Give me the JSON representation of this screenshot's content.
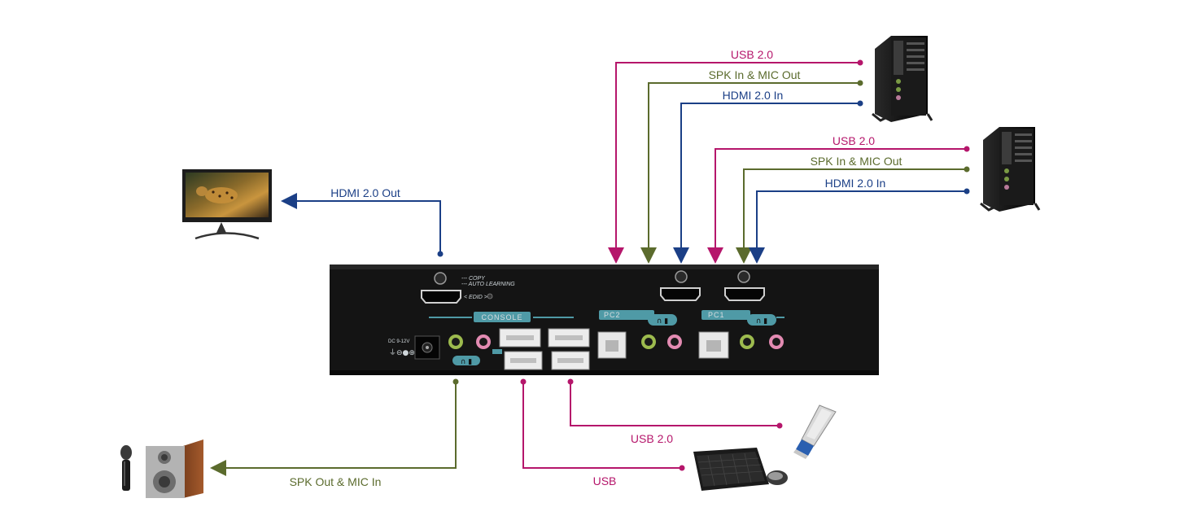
{
  "colors": {
    "usb": "#b5166b",
    "audio": "#5b6b2d",
    "hdmi": "#1b3f86",
    "device_body": "#141414",
    "panel_accent": "#4f9aa6"
  },
  "labels": {
    "pc_top_usb": "USB 2.0",
    "pc_top_audio": "SPK In & MIC Out",
    "pc_top_hdmi": "HDMI 2.0 In",
    "pc_bottom_usb": "USB 2.0",
    "pc_bottom_audio": "SPK In & MIC Out",
    "pc_bottom_hdmi": "HDMI 2.0 In",
    "monitor_hdmi": "HDMI 2.0 Out",
    "speaker_audio": "SPK Out & MIC In",
    "flash_usb": "USB 2.0",
    "keyboard_usb": "USB"
  },
  "panel": {
    "console": "CONSOLE",
    "pc2": "PC2",
    "pc1": "PC1",
    "dc": "DC  9-12V",
    "copy": "--- COPY",
    "auto_learning": "--- AUTO LEARNING",
    "edid": "< EDID >"
  },
  "icons": {
    "monitor": "monitor-icon",
    "pc_tower_1": "pc-tower-icon",
    "pc_tower_2": "pc-tower-icon",
    "speaker": "speaker-icon",
    "microphone": "microphone-icon",
    "keyboard": "keyboard-icon",
    "mouse": "mouse-icon",
    "flash_drive": "usb-flash-drive-icon"
  }
}
